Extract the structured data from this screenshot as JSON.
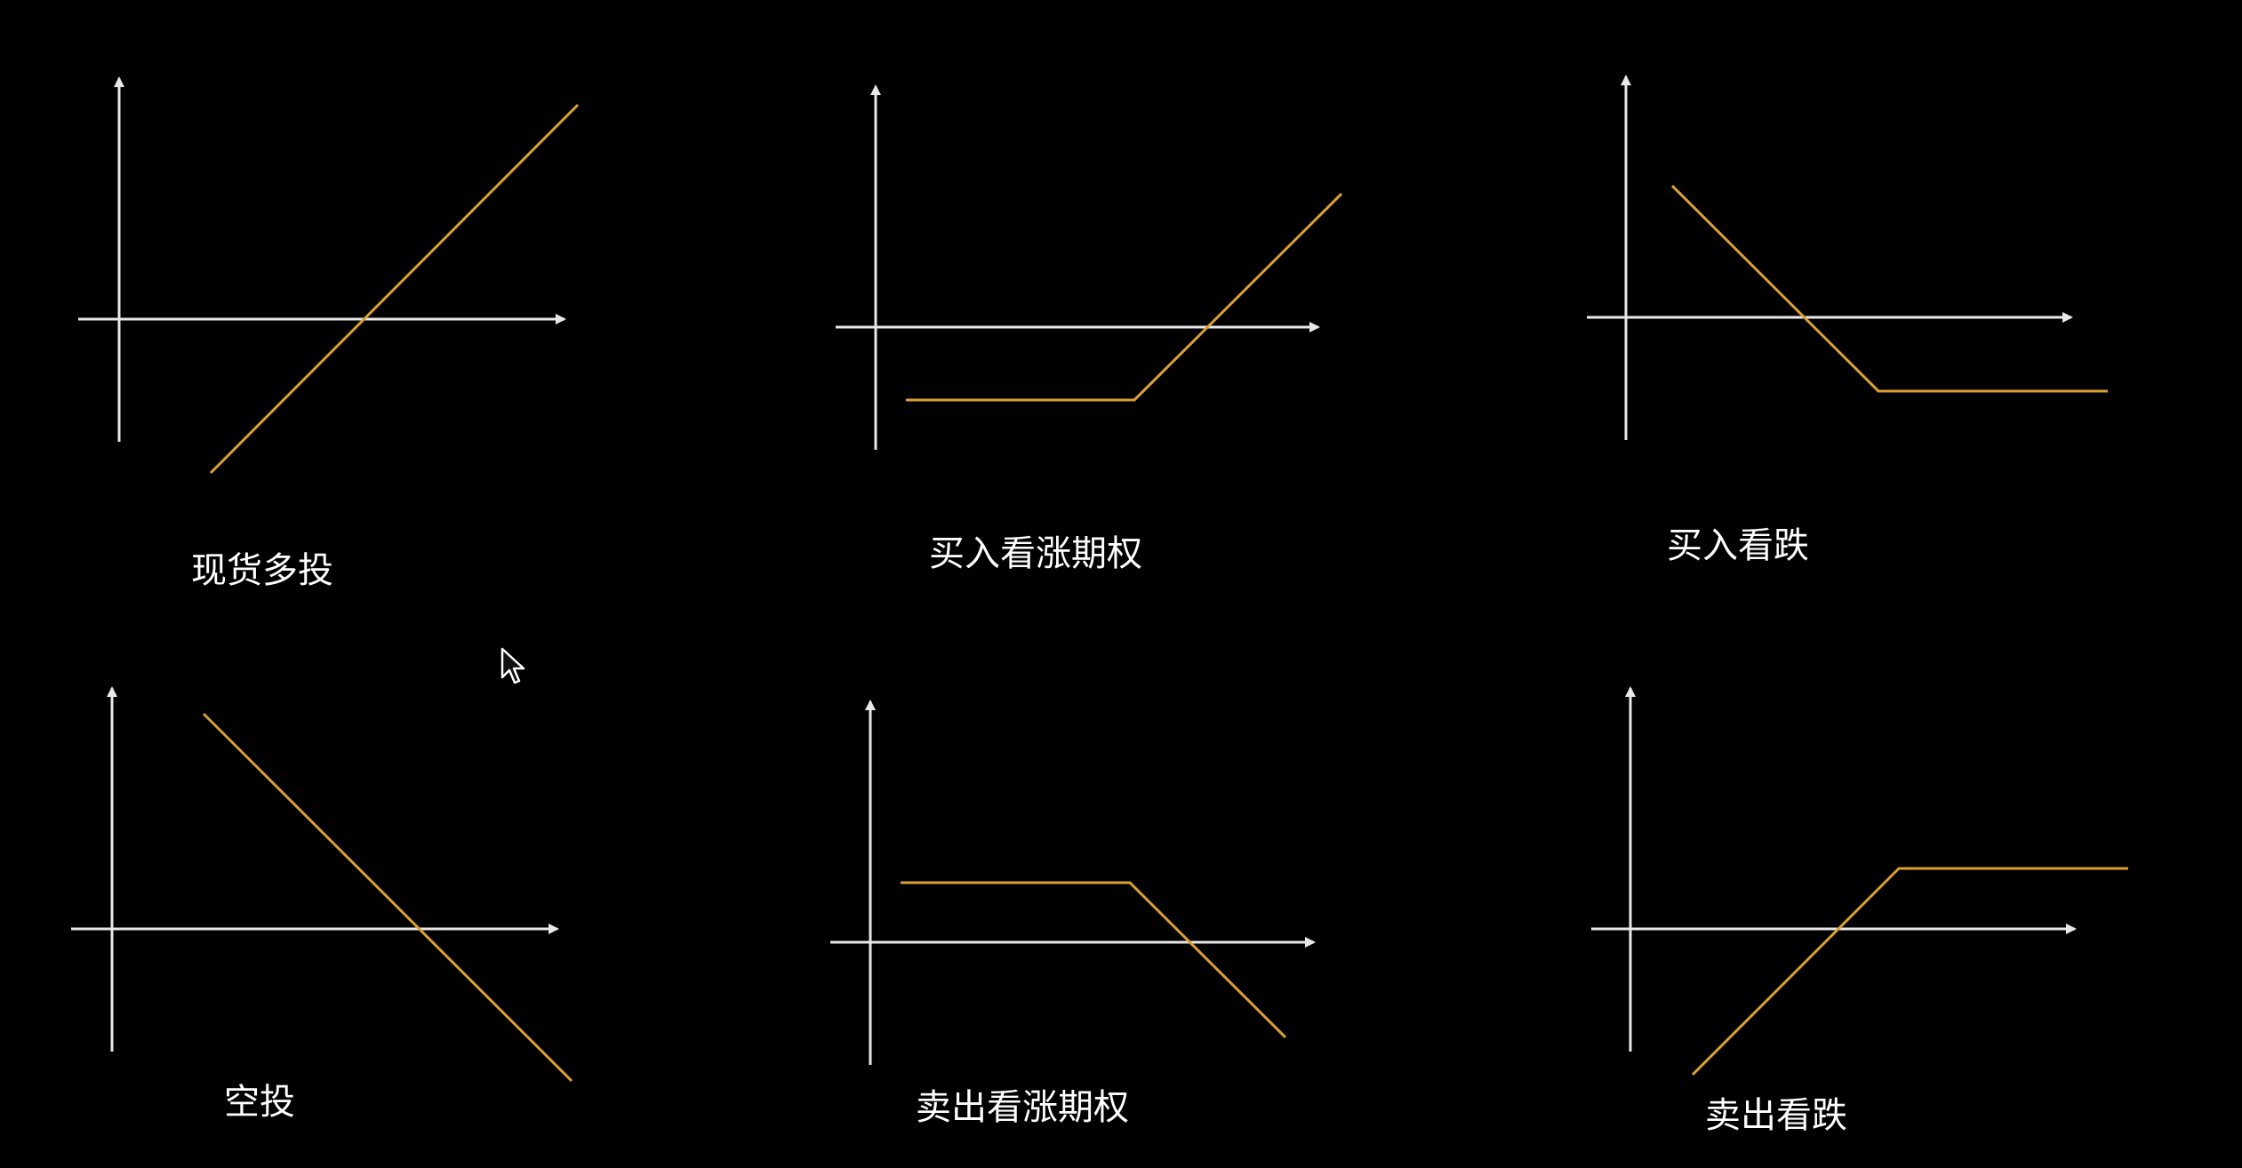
{
  "colors": {
    "background": "#000000",
    "axis": "#e8e8e8",
    "payoff": "#d9a033",
    "caption": "#ffffff"
  },
  "diagrams": [
    {
      "id": "long-spot",
      "label": "现货多投",
      "payoff_shape": "rising-line"
    },
    {
      "id": "long-call",
      "label": "买入看涨期权",
      "payoff_shape": "flat-then-rising"
    },
    {
      "id": "long-put",
      "label": "买入看跌",
      "payoff_shape": "falling-then-flat"
    },
    {
      "id": "short-spot",
      "label": "空投",
      "payoff_shape": "falling-line"
    },
    {
      "id": "short-call",
      "label": "卖出看涨期权",
      "payoff_shape": "flat-then-falling"
    },
    {
      "id": "short-put",
      "label": "卖出看跌",
      "payoff_shape": "rising-then-flat"
    }
  ],
  "cursor_icon": "mouse-pointer-icon"
}
